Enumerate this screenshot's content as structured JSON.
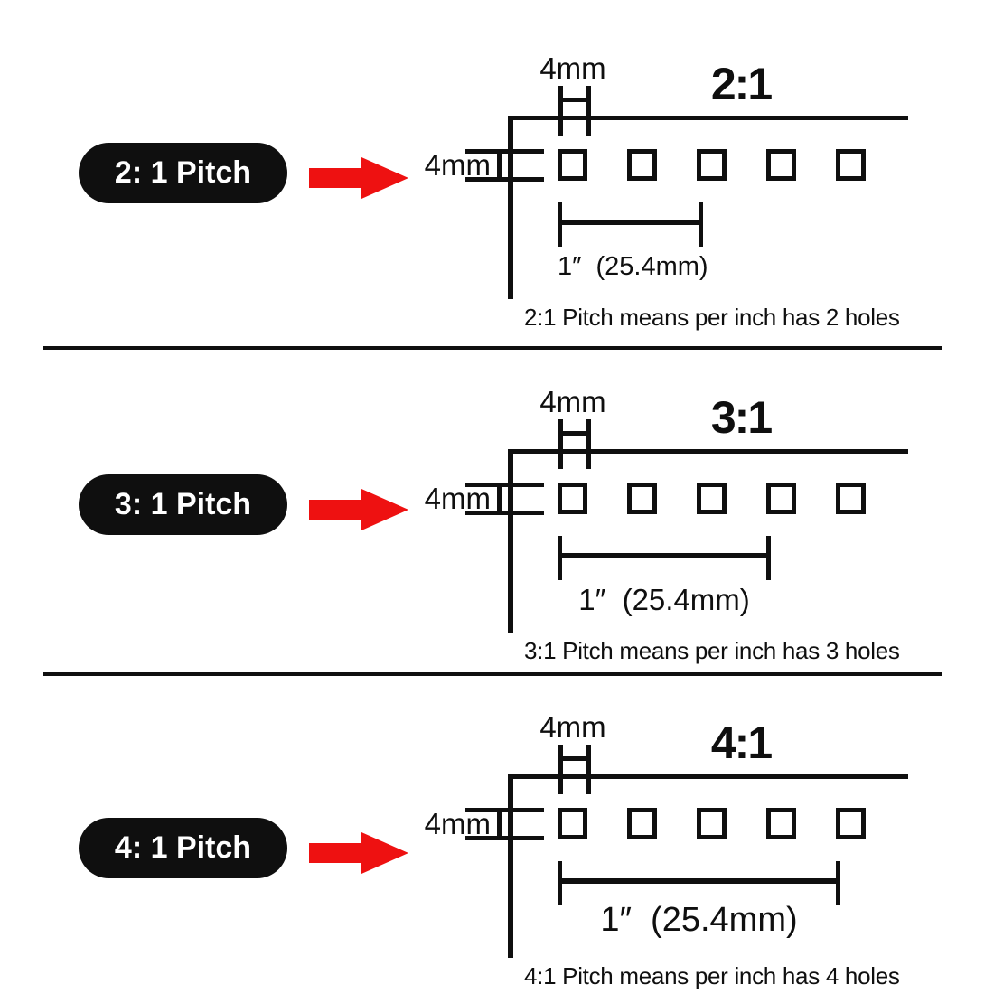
{
  "title": "Binding hole pitch comparison",
  "colors": {
    "ink": "#0f0f0f",
    "arrow_red": "#ee1111",
    "background": "#ffffff"
  },
  "sections": [
    {
      "pill_label": "2: 1 Pitch",
      "ratio_label": "2:1",
      "hole_width_label": "4mm",
      "hole_height_label": "4mm",
      "inch_label": "1″  (25.4mm)",
      "caption": "2:1 Pitch means per inch has 2 holes",
      "holes_per_inch": 2,
      "holes_shown": 5
    },
    {
      "pill_label": "3: 1 Pitch",
      "ratio_label": "3:1",
      "hole_width_label": "4mm",
      "hole_height_label": "4mm",
      "inch_label": "1″  (25.4mm)",
      "caption": "3:1 Pitch means per inch has 3 holes",
      "holes_per_inch": 3,
      "holes_shown": 5
    },
    {
      "pill_label": "4: 1 Pitch",
      "ratio_label": "4:1",
      "hole_width_label": "4mm",
      "hole_height_label": "4mm",
      "inch_label": "1″  (25.4mm)",
      "caption": "4:1 Pitch means per inch has 4 holes",
      "holes_per_inch": 4,
      "holes_shown": 5
    }
  ]
}
